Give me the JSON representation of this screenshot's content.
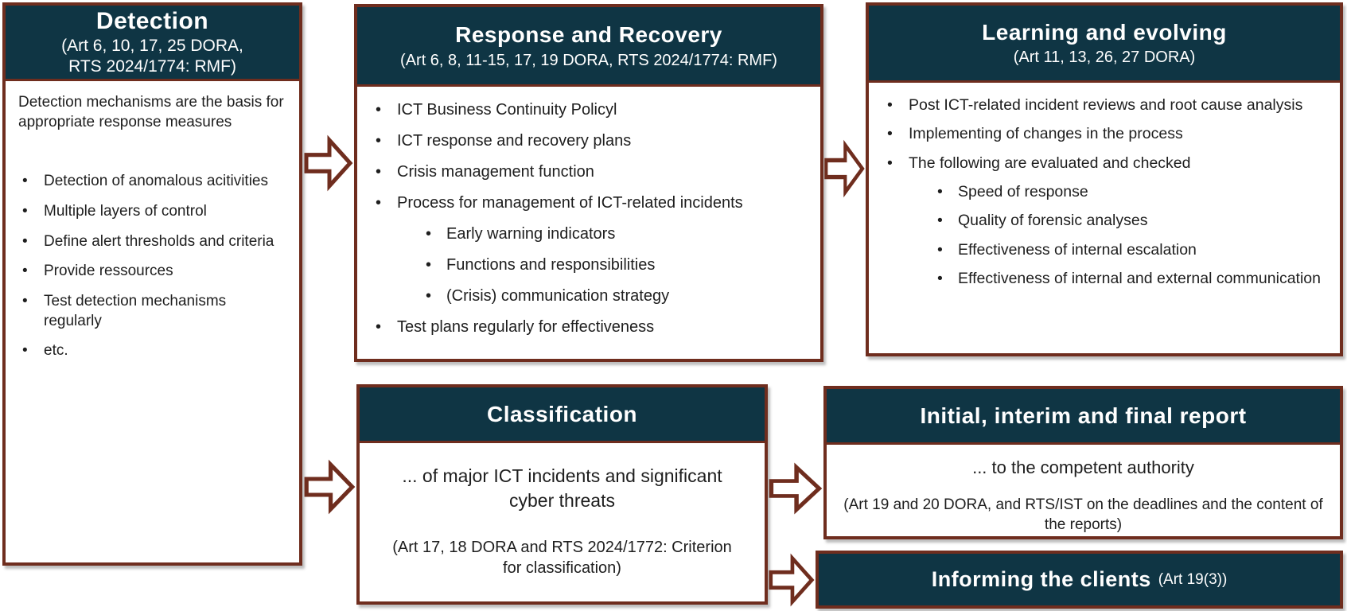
{
  "colors": {
    "header_bg": "#0f3544",
    "border": "#6f2d1e",
    "body_bg": "#ffffff",
    "header_text": "#ffffff",
    "body_text": "#1e1e1e"
  },
  "boxes": {
    "detection": {
      "title": "Detection",
      "subtitle_line1": "(Art 6, 10, 17, 25 DORA,",
      "subtitle_line2": "RTS 2024/1774: RMF)",
      "intro": "Detection mechanisms are the basis for appropriate response measures",
      "bullets": [
        "Detection of anomalous acitivities",
        "Multiple layers of control",
        "Define alert thresholds and criteria",
        "Provide ressources",
        "Test detection mechanisms regularly",
        "etc."
      ]
    },
    "response": {
      "title": "Response and Recovery",
      "subtitle": "(Art 6, 8, 11-15, 17, 19 DORA, RTS 2024/1774: RMF)",
      "bullets": [
        {
          "text": "ICT Business Continuity Policyl"
        },
        {
          "text": "ICT response and recovery plans"
        },
        {
          "text": "Crisis management function"
        },
        {
          "text": "Process for management of ICT-related incidents",
          "sub": [
            "Early warning indicators",
            "Functions and responsibilities",
            "(Crisis) communication strategy"
          ]
        },
        {
          "text": "Test plans regularly for effectiveness"
        }
      ]
    },
    "learning": {
      "title": "Learning and evolving",
      "subtitle": "(Art 11, 13, 26, 27 DORA)",
      "bullets": [
        {
          "text": "Post ICT-related incident reviews and root cause analysis"
        },
        {
          "text": "Implementing of changes in the process"
        },
        {
          "text": "The following are evaluated and checked",
          "sub": [
            "Speed of response",
            "Quality of forensic analyses",
            "Effectiveness of internal escalation",
            "Effectiveness of internal and external communication"
          ]
        }
      ]
    },
    "classification": {
      "title": "Classification",
      "body": "... of major ICT incidents and significant cyber threats",
      "reference": "(Art 17, 18 DORA and RTS 2024/1772: Criterion for classification)"
    },
    "report": {
      "title": "Initial, interim and final report",
      "body": "... to the competent authority",
      "reference": "(Art 19 and 20 DORA, and RTS/IST on the deadlines and the content of the reports)"
    },
    "informing": {
      "title": "Informing the clients",
      "reference": "(Art 19(3))"
    }
  },
  "arrows": [
    "detection-to-response",
    "response-to-learning",
    "detection-to-classification",
    "classification-to-report",
    "classification-to-informing"
  ]
}
